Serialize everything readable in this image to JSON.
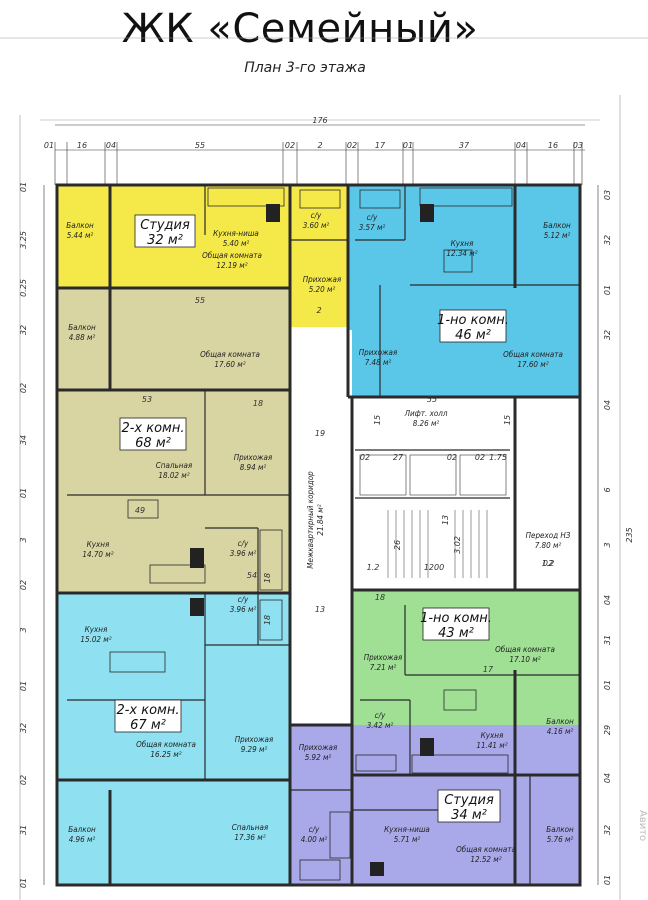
{
  "header": {
    "title": "ЖК «Семейный»",
    "subtitle": "План 3-го этажа"
  },
  "colors": {
    "studio_top": "#f5e94a",
    "two_room_top": "#d9d5a3",
    "one_room_top": "#5bc7e8",
    "two_room_bottom": "#8fe0f0",
    "one_room_bottom": "#9fe095",
    "studio_bottom": "#a9a8e8",
    "corridor": "#ffffff",
    "wall": "#2a2a2a"
  },
  "dimensions": {
    "top_total": "176",
    "top_row": [
      "01",
      "16",
      "04",
      "55",
      "02",
      "2",
      "02",
      "17",
      "01",
      "37",
      "04",
      "16",
      "03"
    ],
    "right_total": "235",
    "left_col": [
      "01",
      "3.25",
      "0.25",
      "32",
      "02",
      "34",
      "01",
      "3",
      "02",
      "3",
      "01",
      "32",
      "02",
      "31",
      "01"
    ],
    "right_col": [
      "03",
      "32",
      "01",
      "32",
      "04",
      "6",
      "3",
      "04",
      "31",
      "01",
      "29",
      "04",
      "32",
      "01"
    ],
    "inner": [
      "2",
      "55",
      "18",
      "53",
      "19",
      "49",
      "18",
      "18",
      "55",
      "15",
      "15",
      "02",
      "27",
      "02",
      "02",
      "1.75",
      "02",
      "13",
      "1.2",
      "26",
      "1200",
      "3.02",
      "1.2",
      "13",
      "18",
      "17",
      "54",
      "2.2"
    ]
  },
  "apartments": {
    "studio_top": {
      "name": "Студия",
      "area": "32 м²"
    },
    "two_room_top": {
      "name": "2-х комн.",
      "area": "68 м²"
    },
    "one_room_top": {
      "name": "1-но комн.",
      "area": "46 м²"
    },
    "two_room_bottom": {
      "name": "2-х комн.",
      "area": "67 м²"
    },
    "one_room_bottom": {
      "name": "1-но комн.",
      "area": "43 м²"
    },
    "studio_bottom": {
      "name": "Студия",
      "area": "34 м²"
    }
  },
  "rooms": {
    "balcony_1": {
      "name": "Балкон",
      "area": "5.44 м²"
    },
    "kitchen_niche_1": {
      "name": "Кухня-ниша",
      "area": "5.40 м²"
    },
    "common_1": {
      "name": "Общая комната",
      "area": "12.19 м²"
    },
    "bath_1": {
      "name": "с/у",
      "area": "3.60 м²"
    },
    "hall_1": {
      "name": "Прихожая",
      "area": "5.20 м²"
    },
    "bath_2": {
      "name": "с/у",
      "area": "3.57 м²"
    },
    "kitchen_2": {
      "name": "Кухня",
      "area": "12.34 м²"
    },
    "balcony_2": {
      "name": "Балкон",
      "area": "5.12 м²"
    },
    "balcony_3": {
      "name": "Балкон",
      "area": "4.88 м²"
    },
    "common_3": {
      "name": "Общая комната",
      "area": "17.60 м²"
    },
    "hall_2": {
      "name": "Прихожая",
      "area": "7.48 м²"
    },
    "common_2": {
      "name": "Общая комната",
      "area": "17.60 м²"
    },
    "lift_hall": {
      "name": "Лифт. холл",
      "area": "8.26 м²"
    },
    "bedroom_3": {
      "name": "Спальная",
      "area": "18.02 м²"
    },
    "hall_3": {
      "name": "Прихожая",
      "area": "8.94 м²"
    },
    "corridor": {
      "name": "Межквартирный коридор",
      "area": "21.84 м²"
    },
    "kitchen_3": {
      "name": "Кухня",
      "area": "14.70 м²"
    },
    "bath_3": {
      "name": "с/у",
      "area": "3.96 м²"
    },
    "transition": {
      "name": "Переход НЗ",
      "area": "7.80 м²"
    },
    "kitchen_4": {
      "name": "Кухня",
      "area": "15.02 м²"
    },
    "bath_4": {
      "name": "с/у",
      "area": "3.96 м²"
    },
    "common_5": {
      "name": "Общая комната",
      "area": "17.10 м²"
    },
    "hall_5": {
      "name": "Прихожая",
      "area": "7.21 м²"
    },
    "common_4": {
      "name": "Общая комната",
      "area": "16.25 м²"
    },
    "hall_4": {
      "name": "Прихожая",
      "area": "9.29 м²"
    },
    "bath_5": {
      "name": "с/у",
      "area": "3.42 м²"
    },
    "kitchen_5": {
      "name": "Кухня",
      "area": "11.41 м²"
    },
    "balcony_5": {
      "name": "Балкон",
      "area": "4.16 м²"
    },
    "hall_6": {
      "name": "Прихожая",
      "area": "5.92 м²"
    },
    "balcony_4": {
      "name": "Балкон",
      "area": "4.96 м²"
    },
    "bedroom_4": {
      "name": "Спальная",
      "area": "17.36 м²"
    },
    "bath_6": {
      "name": "с/у",
      "area": "4.00 м²"
    },
    "kitchen_niche_6": {
      "name": "Кухня-ниша",
      "area": "5.71 м²"
    },
    "common_6": {
      "name": "Общая комната",
      "area": "12.52 м²"
    },
    "balcony_6": {
      "name": "Балкон",
      "area": "5.76 м²"
    }
  },
  "watermark": "Авито"
}
